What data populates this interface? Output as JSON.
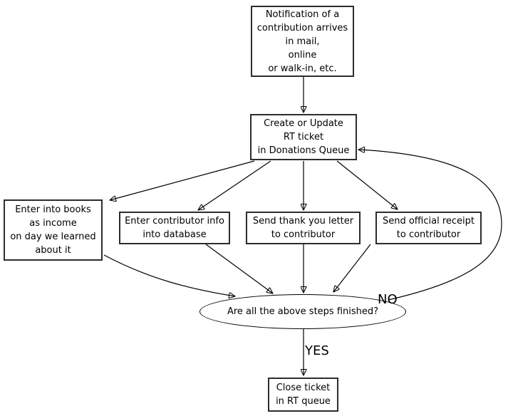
{
  "diagram": {
    "title": "Donation processing flowchart",
    "colors": {
      "background": "#ffffff",
      "line": "#000000",
      "box_border": "#2d2d2d",
      "text": "#000000"
    },
    "nodes": {
      "notification": {
        "text": "Notification of a\ncontribution arrives\nin mail,\nonline\nor walk-in, etc."
      },
      "create_ticket": {
        "text": "Create or Update\nRT ticket\nin Donations Queue"
      },
      "enter_books": {
        "text": "Enter into books\nas income\non day we learned\nabout it"
      },
      "enter_contributor": {
        "text": "Enter contributor info\ninto database"
      },
      "thank_you_letter": {
        "text": "Send thank you letter\nto contributor"
      },
      "official_receipt": {
        "text": "Send official receipt\nto contributor"
      },
      "steps_finished": {
        "text": "Are all the above steps finished?"
      },
      "close_ticket": {
        "text": "Close ticket\nin RT queue"
      }
    },
    "edge_labels": {
      "no": "NO",
      "yes": "YES"
    }
  }
}
